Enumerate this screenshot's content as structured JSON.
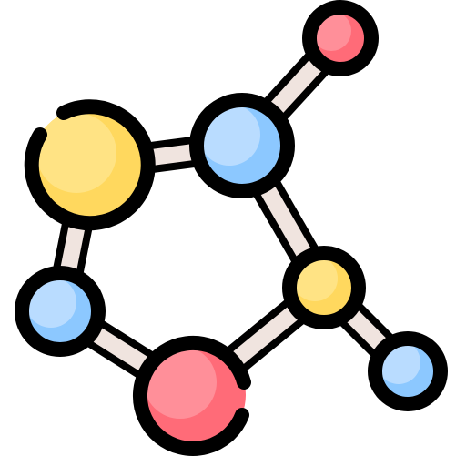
{
  "icon": {
    "name": "molecule-icon",
    "colors": {
      "outline": "#000000",
      "bond": "#f0e4df",
      "yellow": "#ffd85e",
      "yellow_light": "#ffe384",
      "blue": "#8cc8ff",
      "blue_light": "#b9dcff",
      "red": "#ff6b78",
      "red_light": "#ff8f99"
    },
    "atoms": [
      {
        "id": "atom-red-small",
        "color": "red"
      },
      {
        "id": "atom-blue-top",
        "color": "blue"
      },
      {
        "id": "atom-yellow-large",
        "color": "yellow"
      },
      {
        "id": "atom-blue-left",
        "color": "blue"
      },
      {
        "id": "atom-yellow-small",
        "color": "yellow"
      },
      {
        "id": "atom-red-large",
        "color": "red"
      },
      {
        "id": "atom-blue-small",
        "color": "blue"
      }
    ]
  }
}
